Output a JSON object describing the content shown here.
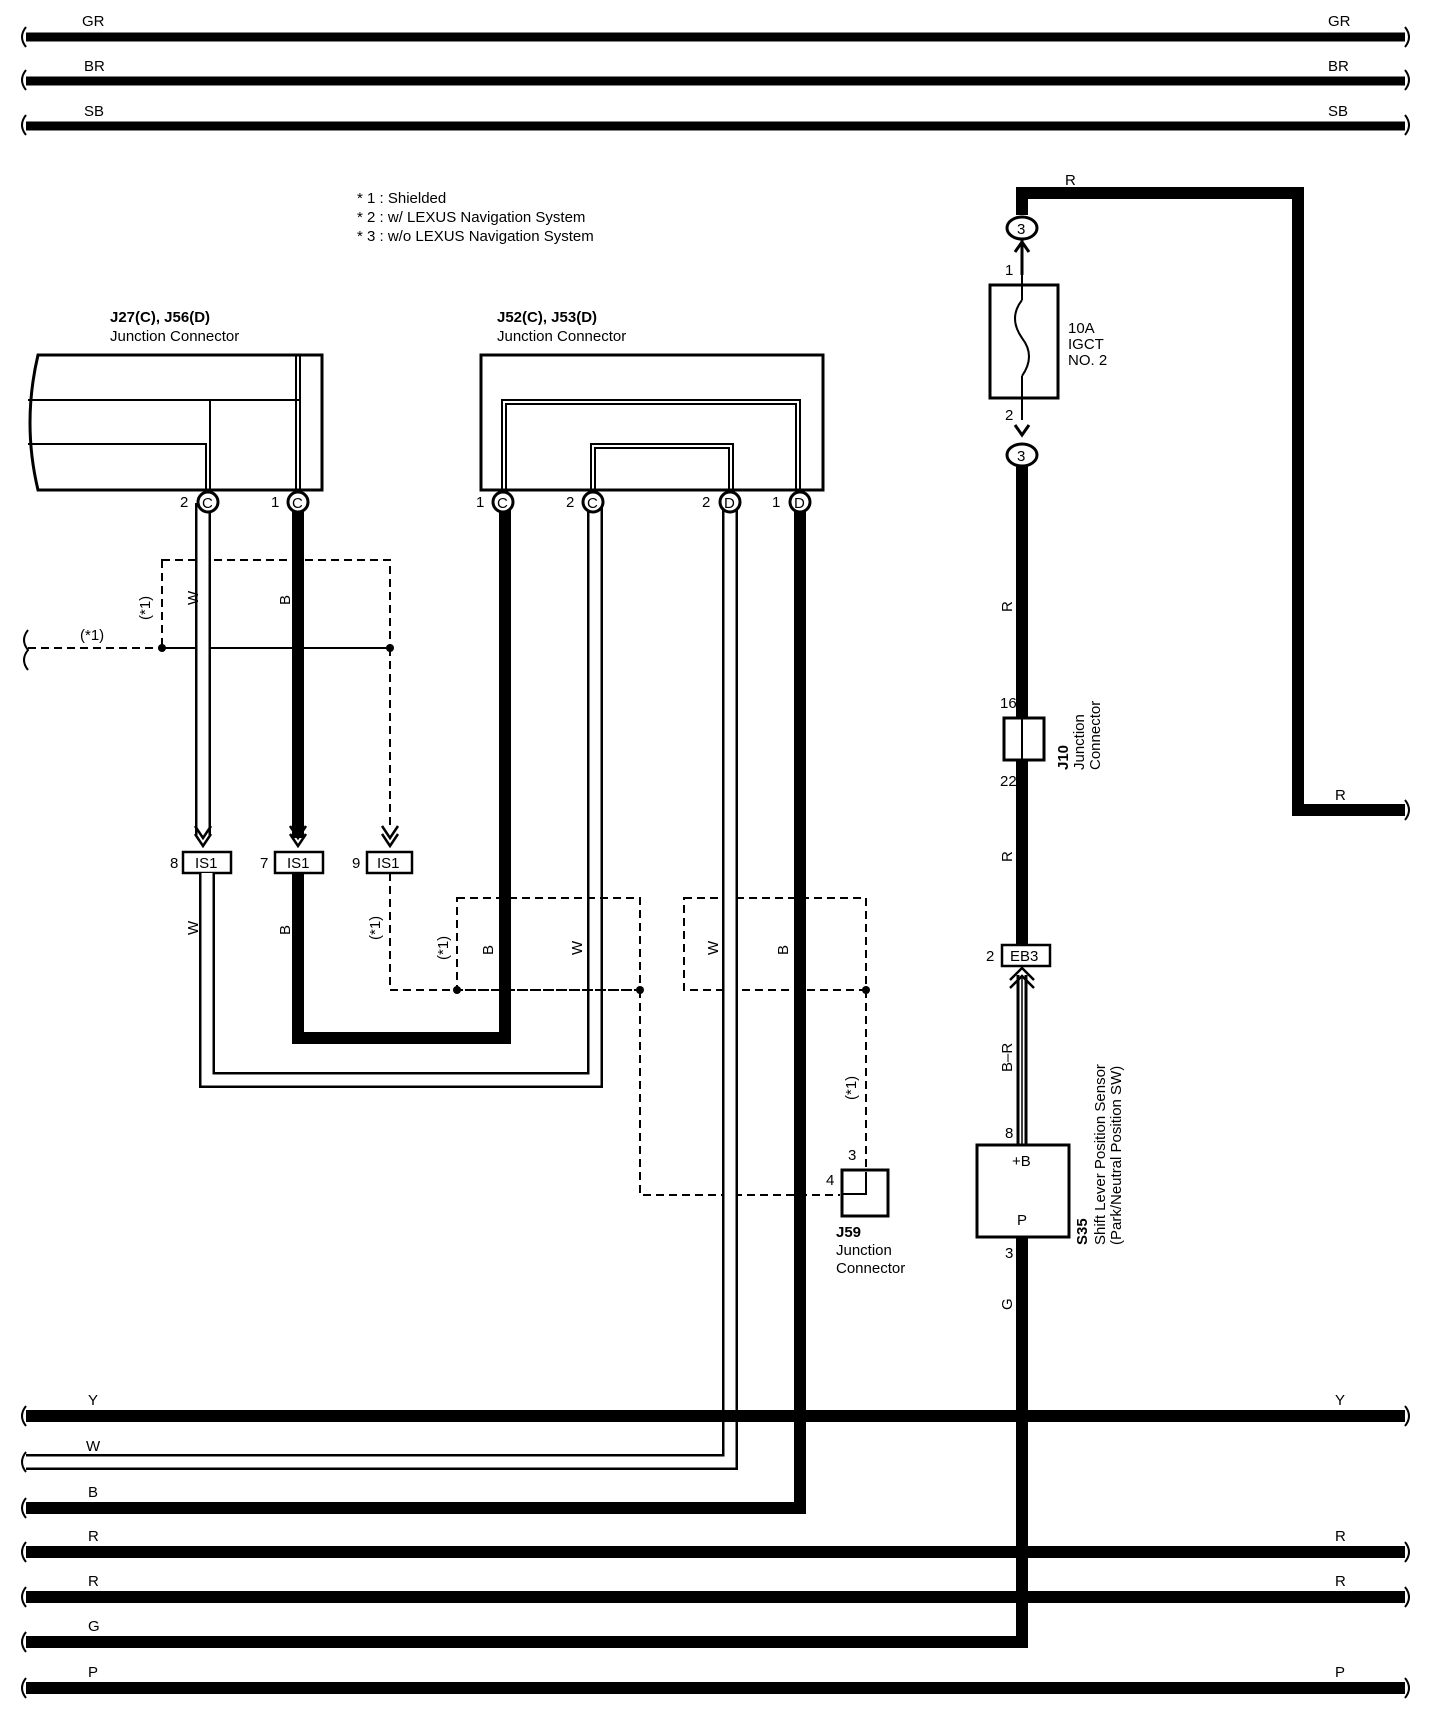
{
  "legend": {
    "shielded": "* 1 : Shielded",
    "with_nav": "* 2 : w/ LEXUS Navigation System",
    "without_nav": "* 3 : w/o LEXUS Navigation System"
  },
  "top_buses": [
    {
      "label": "GR"
    },
    {
      "label": "BR"
    },
    {
      "label": "SB"
    }
  ],
  "bottom_buses": [
    {
      "label": "Y",
      "right": "Y"
    },
    {
      "label": "W",
      "right": ""
    },
    {
      "label": "B",
      "right": ""
    },
    {
      "label": "R",
      "right": "R"
    },
    {
      "label": "R",
      "right": "R"
    },
    {
      "label": "G",
      "right": ""
    },
    {
      "label": "P",
      "right": "P"
    }
  ],
  "connectors": {
    "j27": {
      "id": "J27(C), J56(D)",
      "name": "Junction Connector",
      "pin_left": "2",
      "pin_right": "1",
      "letter": "C"
    },
    "j52": {
      "id": "J52(C), J53(D)",
      "name": "Junction Connector",
      "pins": [
        {
          "num": "1",
          "letter": "C"
        },
        {
          "num": "2",
          "letter": "C"
        },
        {
          "num": "2",
          "letter": "D"
        },
        {
          "num": "1",
          "letter": "D"
        }
      ]
    },
    "is1": [
      {
        "pin": "8",
        "code": "IS1"
      },
      {
        "pin": "7",
        "code": "IS1"
      },
      {
        "pin": "9",
        "code": "IS1"
      }
    ],
    "j59": {
      "id": "J59",
      "name1": "Junction",
      "name2": "Connector",
      "pin_top": "3",
      "pin_left": "4"
    },
    "j10": {
      "id": "J10",
      "name1": "Junction",
      "name2": "Connector",
      "pin_top": "16",
      "pin_bottom": "22"
    },
    "eb3": {
      "code": "EB3",
      "pin": "2"
    },
    "fuse": {
      "amps": "10A",
      "name": "IGCT",
      "num": "NO. 2",
      "pin_top": "1",
      "pin_bottom": "2",
      "jb": "3"
    },
    "s35": {
      "id": "S35",
      "name": "Shift Lever Position Sensor",
      "sub": "(Park/Neutral Position SW)",
      "term_top": "+B",
      "term_bottom": "P",
      "pin_top": "8",
      "pin_bottom": "3"
    }
  },
  "wires": {
    "w": "W",
    "b": "B",
    "r": "R",
    "g": "G",
    "br": "B–R",
    "shield": "(*1)"
  }
}
